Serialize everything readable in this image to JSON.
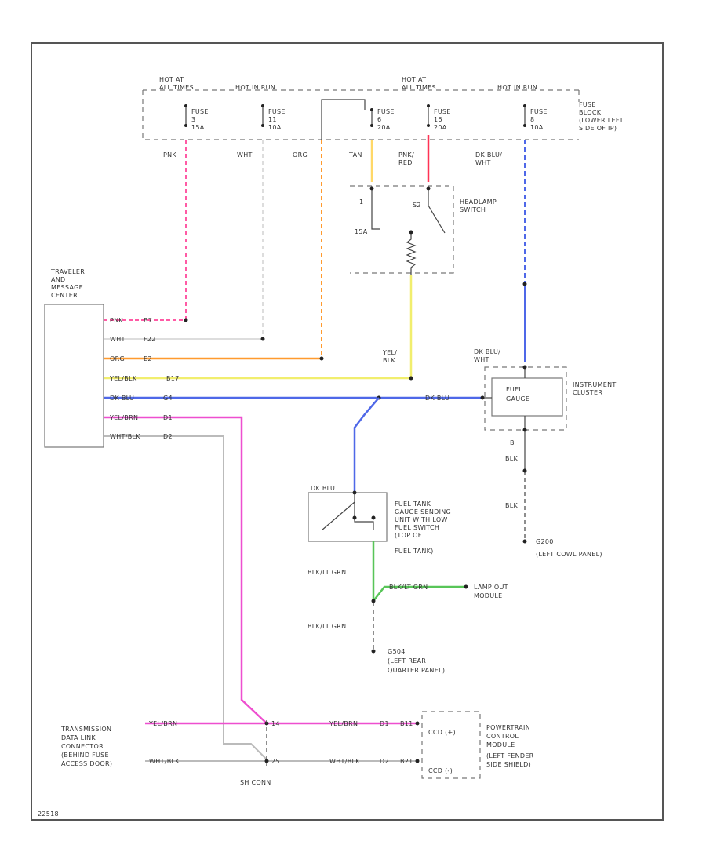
{
  "fuse_block": {
    "hot_labels": [
      {
        "l1": "HOT AT",
        "l2": "ALL TIMES"
      },
      {
        "l1": "HOT IN RUN",
        "l2": ""
      },
      {
        "l1": "HOT AT",
        "l2": "ALL TIMES"
      },
      {
        "l1": "HOT IN RUN",
        "l2": ""
      }
    ],
    "fuses": [
      {
        "l1": "FUSE",
        "l2": "3",
        "l3": "15A"
      },
      {
        "l1": "FUSE",
        "l2": "11",
        "l3": "10A"
      },
      {
        "l1": "FUSE",
        "l2": "6",
        "l3": "20A"
      },
      {
        "l1": "FUSE",
        "l2": "16",
        "l3": "20A"
      },
      {
        "l1": "FUSE",
        "l2": "8",
        "l3": "10A"
      }
    ],
    "desc": [
      "FUSE",
      "BLOCK",
      "(LOWER LEFT",
      "SIDE OF IP)"
    ]
  },
  "wire_labels": {
    "pnk": "PNK",
    "wht": "WHT",
    "org": "ORG",
    "tan": "TAN",
    "pnk_red": [
      "PNK/",
      "RED"
    ],
    "dkblu_wht_top": [
      "DK BLU/",
      "WHT"
    ],
    "yel_blk": [
      "YEL/",
      "BLK"
    ],
    "dkblu_wht_cluster": [
      "DK BLU/",
      "WHT"
    ],
    "dkblu_mid": "DK BLU",
    "blk1": "BLK",
    "blk2": "BLK",
    "dkblu_tank": "DK BLU",
    "blklt_grn1": "BLK/LT GRN",
    "blklt_grn2": "BLK/LT GRN",
    "blklt_grn3": "BLK/LT GRN",
    "b_pin": "B"
  },
  "headlamp": {
    "title": [
      "HEADLAMP",
      "SWITCH"
    ],
    "pin1": "1",
    "pin2": "S2",
    "pin3": "15A"
  },
  "traveler": {
    "title": [
      "TRAVELER",
      "AND",
      "MESSAGE",
      "CENTER"
    ],
    "pins": [
      {
        "color": "PNK",
        "num": "B7"
      },
      {
        "color": "WHT",
        "num": "F22"
      },
      {
        "color": "ORG",
        "num": "E2"
      },
      {
        "color": "YEL/BLK",
        "num": "B17"
      },
      {
        "color": "DK BLU",
        "num": "G4"
      },
      {
        "color": "YEL/BRN",
        "num": "D1"
      },
      {
        "color": "WHT/BLK",
        "num": "D2"
      }
    ]
  },
  "cluster": {
    "title": [
      "INSTRUMENT",
      "CLUSTER"
    ],
    "inner": [
      "FUEL",
      "GAUGE"
    ]
  },
  "ground_ip": {
    "id": "G200",
    "desc": "(LEFT COWL PANEL)"
  },
  "tank": {
    "title": [
      "FUEL TANK",
      "GAUGE SENDING",
      "UNIT WITH LOW",
      "FUEL SWITCH",
      "(TOP OF",
      "FUEL TANK)"
    ]
  },
  "lamp_out": {
    "title": [
      "LAMP OUT",
      "MODULE"
    ]
  },
  "ground_rear": {
    "id": "G504",
    "desc": [
      "(LEFT REAR",
      "QUARTER PANEL)"
    ]
  },
  "tdl": {
    "title": [
      "TRANSMISSION",
      "DATA LINK",
      "CONNECTOR",
      "(BEHIND FUSE",
      "ACCESS DOOR)"
    ],
    "wire1": "YEL/BRN",
    "wire2": "WHT/BLK",
    "pin1": "14",
    "pin2": "25",
    "conn": "SH CONN"
  },
  "pcm": {
    "title": [
      "POWERTRAIN",
      "CONTROL",
      "MODULE",
      "(LEFT FENDER",
      "SIDE SHIELD)"
    ],
    "w1": "YEL/BRN",
    "w1pin": "D1",
    "w1cav": "B11",
    "w2": "WHT/BLK",
    "w2pin": "D2",
    "w2cav": "B21",
    "ccd1": "CCD (+)",
    "ccd2": "CCD (-)"
  },
  "footer_code": "22518",
  "colors": {
    "pink": "#ff5aa5",
    "red": "#ff3355",
    "orange": "#ff9a2e",
    "tan": "#ffd868",
    "yellow": "#f1ee6e",
    "blue": "#4f68e8",
    "magenta": "#ee4fcf",
    "gray": "#bbbbbb",
    "green": "#58c558",
    "white_wire": "#dddddd"
  }
}
